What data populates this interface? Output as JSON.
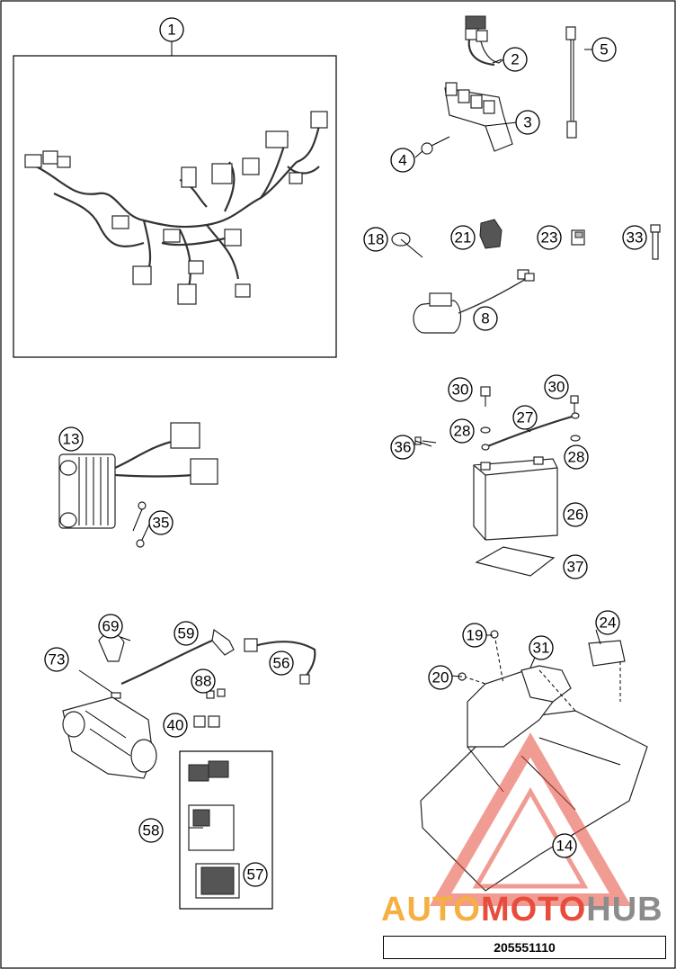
{
  "diagram_code": "205551110",
  "watermark": {
    "part1": "AUTO",
    "part2": "MOTO",
    "part3": "HUB"
  },
  "callouts": [
    "1",
    "2",
    "3",
    "4",
    "5",
    "18",
    "21",
    "23",
    "33",
    "8",
    "30",
    "30",
    "27",
    "28",
    "36",
    "28",
    "13",
    "26",
    "35",
    "37",
    "69",
    "59",
    "73",
    "56",
    "88",
    "19",
    "24",
    "31",
    "20",
    "40",
    "58",
    "14",
    "57"
  ],
  "colors": {
    "outline": "#000000",
    "watermark_orange": "#f5b041",
    "watermark_red": "#e74c3c",
    "watermark_grey": "#8c8c8c"
  }
}
